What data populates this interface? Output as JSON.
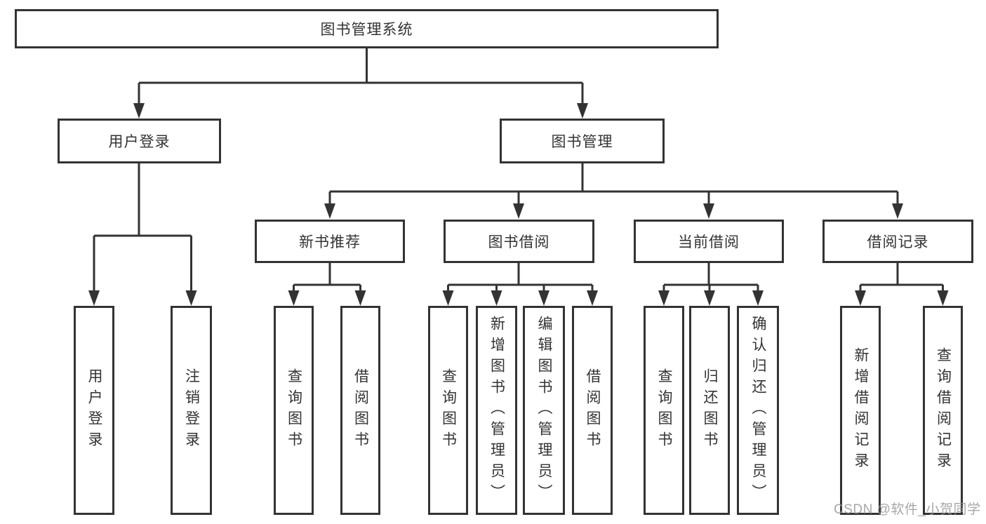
{
  "nodes": {
    "root": "图书管理系统",
    "userLogin": "用户登录",
    "bookMgmt": "图书管理",
    "newBooks": "新书推荐",
    "bookBorrow": "图书借阅",
    "currentBorrow": "当前借阅",
    "borrowRecords": "借阅记录",
    "leafUserLogin": "用户登录",
    "leafLogout": "注销登录",
    "leafNbQuery": "查询图书",
    "leafNbBorrow": "借阅图书",
    "leafBbQuery": "查询图书",
    "leafBbAdd": "新增图书（管理员）",
    "leafBbEdit": "编辑图书（管理员）",
    "leafBbBorrow": "借阅图书",
    "leafCbQuery": "查询图书",
    "leafCbReturn": "归还图书",
    "leafCbConfirm": "确认归还（管理员）",
    "leafRecAdd": "新增借阅记录",
    "leafRecQuery": "查询借阅记录"
  },
  "watermark": "CSDN @软件_小贺同学",
  "colors": {
    "line": "#333333",
    "text": "#333333",
    "watermark": "#969696"
  }
}
